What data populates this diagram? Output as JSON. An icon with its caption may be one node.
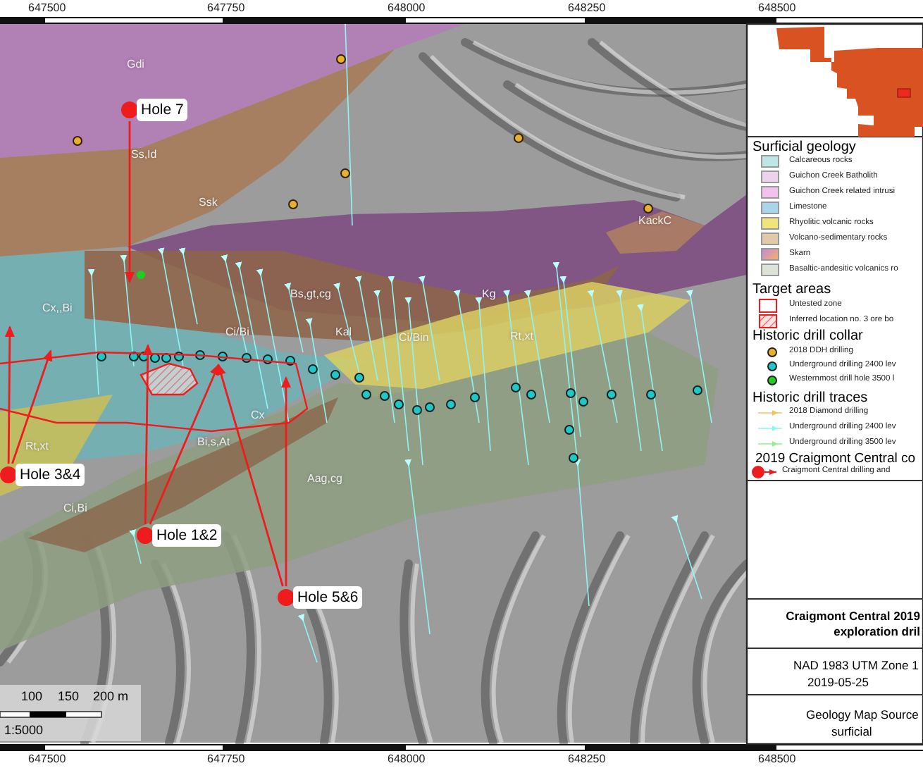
{
  "diagram": {
    "title": "Craigmont Central 2019 exploration dril",
    "nodes": [
      {
        "text": [
          "Hole 7"
        ]
      },
      {
        "text": [
          "Hole 3&4"
        ]
      },
      {
        "text": [
          "Hole 1&2"
        ]
      },
      {
        "text": [
          "Hole 5&6"
        ]
      }
    ],
    "edges": [
      {
        "from": 0,
        "to": null,
        "arrow": "to"
      },
      {
        "from": 1,
        "to": null,
        "arrow": "to"
      },
      {
        "from": 1,
        "to": null,
        "arrow": "to"
      },
      {
        "from": 2,
        "to": null,
        "arrow": "to"
      },
      {
        "from": 2,
        "to": null,
        "arrow": "to"
      },
      {
        "from": 3,
        "to": null,
        "arrow": "to"
      },
      {
        "from": 3,
        "to": null,
        "arrow": "to"
      }
    ],
    "labels": [
      "647500",
      "647750",
      "648000",
      "648250",
      "648500",
      "647500",
      "647750",
      "648000",
      "648250",
      "648500",
      "Gdi",
      "Ss,Id",
      "Ssk",
      "KackC",
      "Bs,gt,cg",
      "Kg",
      "Cx,,Bi",
      "Ci/Bi",
      "Kal",
      "Ci/Bin",
      "Rt,xt",
      "Cx",
      "Rt,xt",
      "Bi,s,At",
      "Aag,cg",
      "Ci,Bi",
      "100",
      "150",
      "200 m",
      "1:5000",
      "Surficial geology",
      "Target areas",
      "Historic drill collar",
      "Historic drill traces",
      "2019 Craigmont Central co",
      "NAD 1983 UTM Zone 1",
      "2019-05-25",
      "Geology Map Source",
      "surficial"
    ],
    "legend": [
      {
        "text": "Calcareous rocks",
        "color": "#bfe6e6"
      },
      {
        "text": "Guichon Creek Batholith",
        "color": "#ecd3ec"
      },
      {
        "text": "Guichon Creek related intrusi",
        "color": "#f2c2ec"
      },
      {
        "text": "Limestone",
        "color": "#a9d4ea"
      },
      {
        "text": "Rhyolitic volcanic rocks",
        "color": "#f0e47a"
      },
      {
        "text": "Volcano-sedimentary rocks",
        "color": "#e4c9a8"
      },
      {
        "text": "Skarn",
        "color": "#c48ad8"
      },
      {
        "text": "Basaltic-andesitic volcanics ro",
        "color": "#dde3d6"
      },
      {
        "text": "Untested zone"
      },
      {
        "text": "Inferred location no. 3 ore bo"
      },
      {
        "text": "2018 DDH drilling"
      },
      {
        "text": "Underground drilling 2400  lev"
      },
      {
        "text": "Westernmost drill hole 3500 l"
      },
      {
        "text": "2018 Diamond drilling"
      },
      {
        "text": "Underground drilling 2400 lev"
      },
      {
        "text": "Underground drilling 3500 lev"
      },
      {
        "text": "Craigmont Central drilling and"
      }
    ]
  }
}
